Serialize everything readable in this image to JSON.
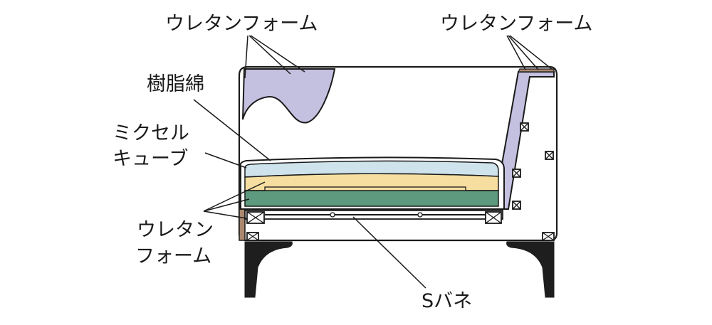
{
  "labels": {
    "urethane_top_left": "ウレタンフォーム",
    "urethane_top_right": "ウレタンフォーム",
    "resin_cotton": "樹脂綿",
    "mixel_cube_line1": "ミクセル",
    "mixel_cube_line2": "キューブ",
    "urethane_bottom_line1": "ウレタン",
    "urethane_bottom_line2": "フォーム",
    "s_spring": "Sバネ"
  },
  "colors": {
    "urethane_foam": "#c3c0e0",
    "back_cushion_foam": "#c3c0e0",
    "resin_cotton": "#cfe3ec",
    "mixel_cube": "#f5dea0",
    "urethane_base": "#5e9b7e",
    "leg": "#1e1e1e",
    "frame_edge": "#a9886e",
    "outline": "#1a1a1a"
  }
}
